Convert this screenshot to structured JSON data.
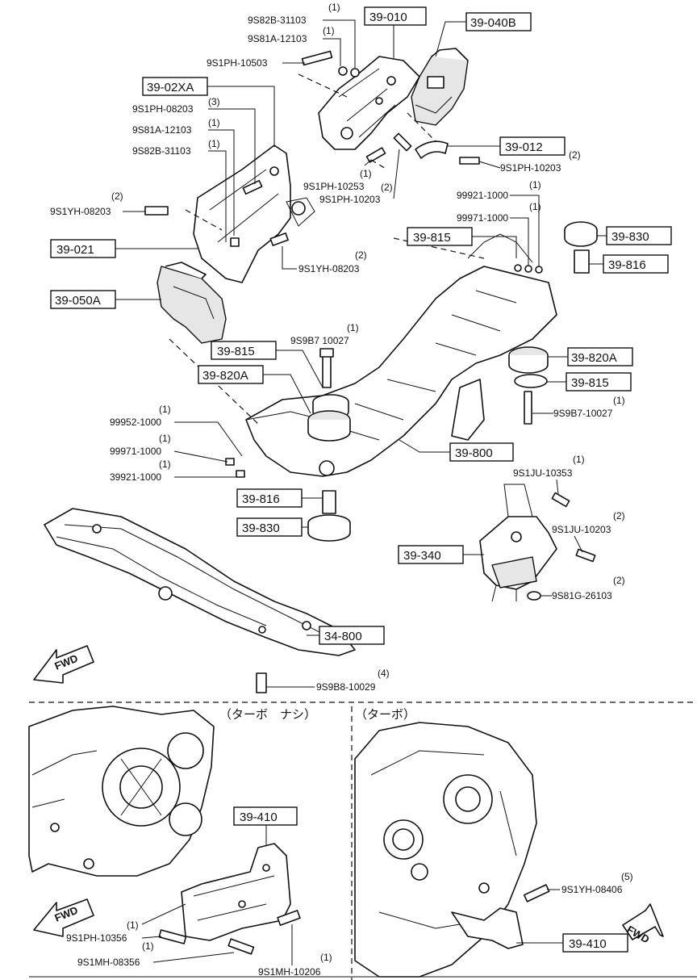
{
  "callouts": {
    "c_39_010": "39-010",
    "c_39_040b": "39-040B",
    "c_39_02xa": "39-02XA",
    "c_39_012": "39-012",
    "c_39_021": "39-021",
    "c_39_050a": "39-050A",
    "c_39_815_top": "39-815",
    "c_39_830_top": "39-830",
    "c_39_816_top": "39-816",
    "c_39_815_mid": "39-815",
    "c_39_820a_mid": "39-820A",
    "c_39_820a_right": "39-820A",
    "c_39_815_right": "39-815",
    "c_39_800": "39-800",
    "c_39_816_low": "39-816",
    "c_39_830_low": "39-830",
    "c_39_340": "39-340",
    "c_34_800": "34-800",
    "c_39_410_left": "39-410",
    "c_39_410_right": "39-410"
  },
  "parts": {
    "p1": {
      "num": "9S82B-31103",
      "qty": "(1)"
    },
    "p2": {
      "num": "9S81A-12103",
      "qty": "(1)"
    },
    "p3": {
      "num": "9S1PH-10503",
      "qty": ""
    },
    "p4": {
      "num": "9S1PH-08203",
      "qty": "(3)"
    },
    "p5": {
      "num": "9S81A-12103",
      "qty": "(1)"
    },
    "p6": {
      "num": "9S82B-31103",
      "qty": "(1)"
    },
    "p7": {
      "num": "9S1YH-08203",
      "qty": "(2)"
    },
    "p8": {
      "num": "9S1PH-10253",
      "qty": "(1)"
    },
    "p9": {
      "num": "9S1PH-10203",
      "qty": "(2)"
    },
    "p10": {
      "num": "9S1PH-10203",
      "qty": "(2)"
    },
    "p11": {
      "num": "99921-1000",
      "qty": "(1)"
    },
    "p12": {
      "num": "99971-1000",
      "qty": "(1)"
    },
    "p13": {
      "num": "9S1YH-08203",
      "qty": "(2)"
    },
    "p14": {
      "num": "9S9B7 10027",
      "qty": "(1)"
    },
    "p15": {
      "num": "9S9B7-10027",
      "qty": "(1)"
    },
    "p16": {
      "num": "99952-1000",
      "qty": "(1)"
    },
    "p17": {
      "num": "99971-1000",
      "qty": "(1)"
    },
    "p18": {
      "num": "39921-1000",
      "qty": "(1)"
    },
    "p19": {
      "num": "9S1JU-10353",
      "qty": "(1)"
    },
    "p20": {
      "num": "9S1JU-10203",
      "qty": "(2)"
    },
    "p21": {
      "num": "9S81G-26103",
      "qty": "(2)"
    },
    "p22": {
      "num": "9S9B8-10029",
      "qty": "(4)"
    },
    "p23": {
      "num": "9S1PH-10356",
      "qty": "(1)"
    },
    "p24": {
      "num": "9S1MH-08356",
      "qty": "(1)"
    },
    "p25": {
      "num": "9S1MH-10206",
      "qty": "(1)"
    },
    "p26": {
      "num": "9S1YH-08406",
      "qty": "(5)"
    }
  },
  "sections": {
    "left_heading": "（ターボ　ナシ）",
    "right_heading": "（ターボ）"
  },
  "fwd_label": "FWD"
}
